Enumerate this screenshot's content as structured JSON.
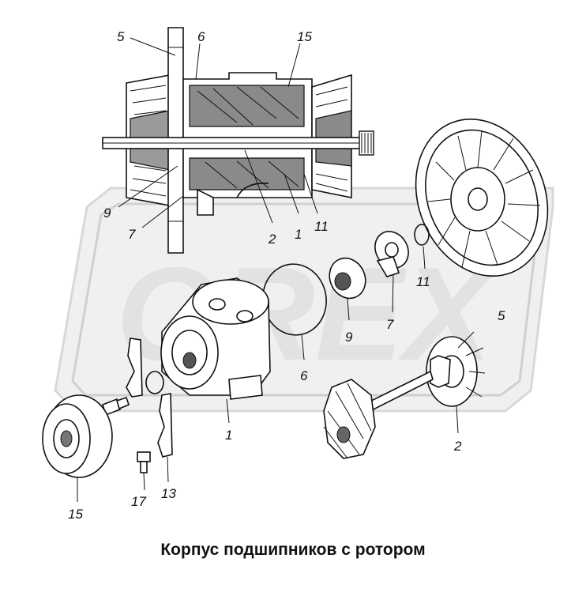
{
  "watermark": {
    "text": "OREX",
    "color": "#e3e3e3"
  },
  "caption": "Корпус подшипников с ротором",
  "labels": {
    "l5_top": "5",
    "l6_top": "6",
    "l15_top": "15",
    "l9_left": "9",
    "l7_left": "7",
    "l2_sec": "2",
    "l1_sec": "1",
    "l11_sec": "11",
    "l11_right": "11",
    "l5_right": "5",
    "l7_mid": "7",
    "l9_mid": "9",
    "l6_mid": "6",
    "l1_housing": "1",
    "l2_rotor": "2",
    "l15_bottom": "15",
    "l17": "17",
    "l13": "13"
  }
}
